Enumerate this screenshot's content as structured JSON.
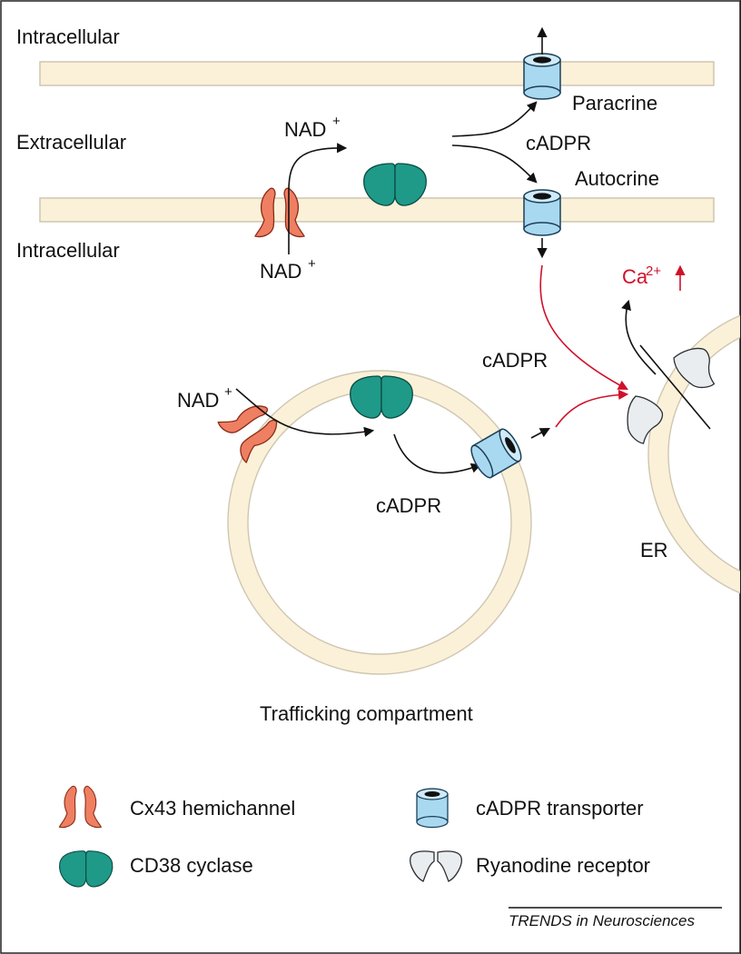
{
  "labels": {
    "intracellular_top": "Intracellular",
    "extracellular": "Extracellular",
    "intracellular_bottom": "Intracellular",
    "nad_top": "NAD",
    "nad_bottom": "NAD",
    "nad_vesicle": "NAD",
    "plus": "+",
    "paracrine": "Paracrine",
    "cadpr_membrane": "cADPR",
    "autocrine": "Autocrine",
    "calcium": "Ca",
    "calcium_charge": "2+",
    "cadpr_cytosol": "cADPR",
    "cadpr_vesicle": "cADPR",
    "er": "ER",
    "trafficking": "Trafficking compartment"
  },
  "legend": [
    {
      "icon": "cx43-hemichannel-icon",
      "label": "Cx43 hemichannel"
    },
    {
      "icon": "cadpr-transporter-icon",
      "label": "cADPR transporter"
    },
    {
      "icon": "cd38-cyclase-icon",
      "label": "CD38 cyclase"
    },
    {
      "icon": "ryanodine-receptor-icon",
      "label": "Ryanodine receptor"
    }
  ],
  "credit": "TRENDS in Neurosciences",
  "colors": {
    "membrane": "#fbf1d8",
    "membrane_edge": "#cfc6b2",
    "hemichannel": "#ef7f62",
    "cyclase": "#1f9a88",
    "transporter": "#a9d9f1",
    "ryanodine": "#e9edf0",
    "calcium_red": "#d0112b"
  }
}
